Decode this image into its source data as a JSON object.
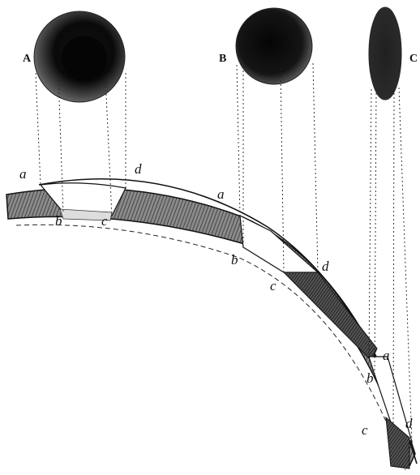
{
  "figure": {
    "caps": {
      "A": "A",
      "B": "B",
      "C": "C"
    },
    "labels": {
      "A": {
        "a": "a",
        "b": "b",
        "c": "c",
        "d": "d"
      },
      "B": {
        "a": "a",
        "b": "b",
        "c": "c",
        "d": "d"
      },
      "C": {
        "a": "a",
        "b": "b",
        "c": "c",
        "d": "d"
      }
    }
  }
}
